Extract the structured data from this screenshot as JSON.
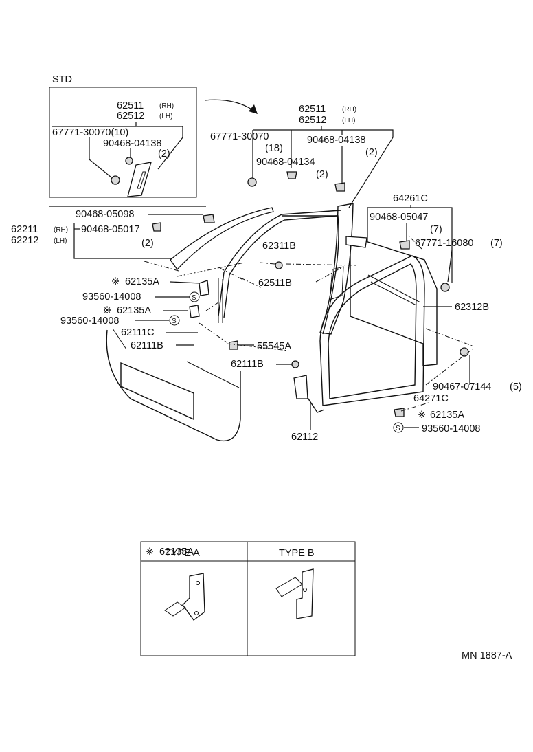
{
  "std_label": "STD",
  "parts": {
    "p62511_std": "62511",
    "p62512_std": "62512",
    "rh": "(RH)",
    "lh": "(LH)",
    "p67771_30070_std": "67771-30070(10)",
    "p90468_04138_std": "90468-04138",
    "q2_std": "(2)",
    "p62511_main": "62511",
    "p62512_main": "62512",
    "p67771_30070": "67771-30070",
    "q18": "(18)",
    "p90468_04138": "90468-04138",
    "q2_a": "(2)",
    "p90468_04134": "90468-04134",
    "q2_b": "(2)",
    "p64261C": "64261C",
    "p90468_05098": "90468-05098",
    "p62211": "62211",
    "p62212": "62212",
    "p90468_05017": "90468-05017",
    "q2_c": "(2)",
    "p90468_05047": "90468-05047",
    "q7_a": "(7)",
    "p67771_16080": "67771-16080",
    "q7_b": "(7)",
    "p62311B": "62311B",
    "p62511B": "62511B",
    "p62135A_1": "62135A",
    "p93560_14008_1": "93560-14008",
    "p62135A_2": "62135A",
    "p93560_14008_2": "93560-14008",
    "p62111C": "62111C",
    "p62111B_1": "62111B",
    "p55545A": "55545A",
    "p62111B_2": "62111B",
    "p62312B": "62312B",
    "p90467_07144": "90467-07144",
    "q5": "(5)",
    "p64271C": "64271C",
    "p62135A_3": "62135A",
    "p93560_14008_3": "93560-14008",
    "p62112": "62112"
  },
  "symbols": {
    "asterisk": "※",
    "s_mark": "S"
  },
  "inset": {
    "title": "62135A",
    "type_a": "TYPE A",
    "type_b": "TYPE B"
  },
  "footer": {
    "code": "MN 1887-A"
  }
}
